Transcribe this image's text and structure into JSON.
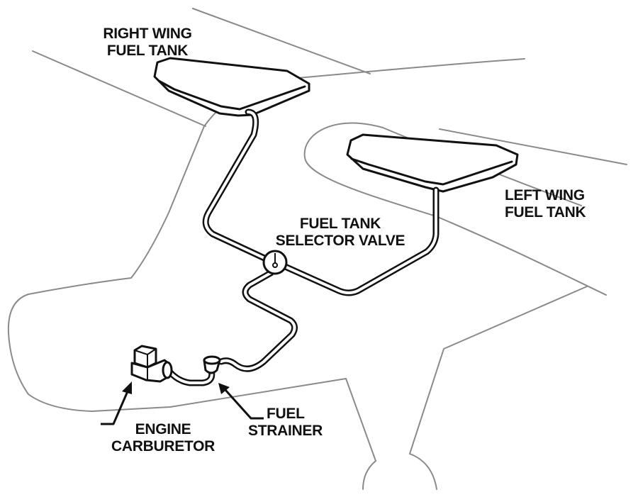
{
  "labels": {
    "right_wing_tank": [
      "RIGHT WING",
      "FUEL TANK"
    ],
    "left_wing_tank": [
      "LEFT WING",
      "FUEL TANK"
    ],
    "selector_valve": [
      "FUEL TANK",
      "SELECTOR VALVE"
    ],
    "fuel_strainer": [
      "FUEL",
      "STRAINER"
    ],
    "engine_carburetor": [
      "ENGINE",
      "CARBURETOR"
    ]
  },
  "colors": {
    "outline": "#8a8a8a",
    "lines": "#111111",
    "background": "#ffffff"
  }
}
